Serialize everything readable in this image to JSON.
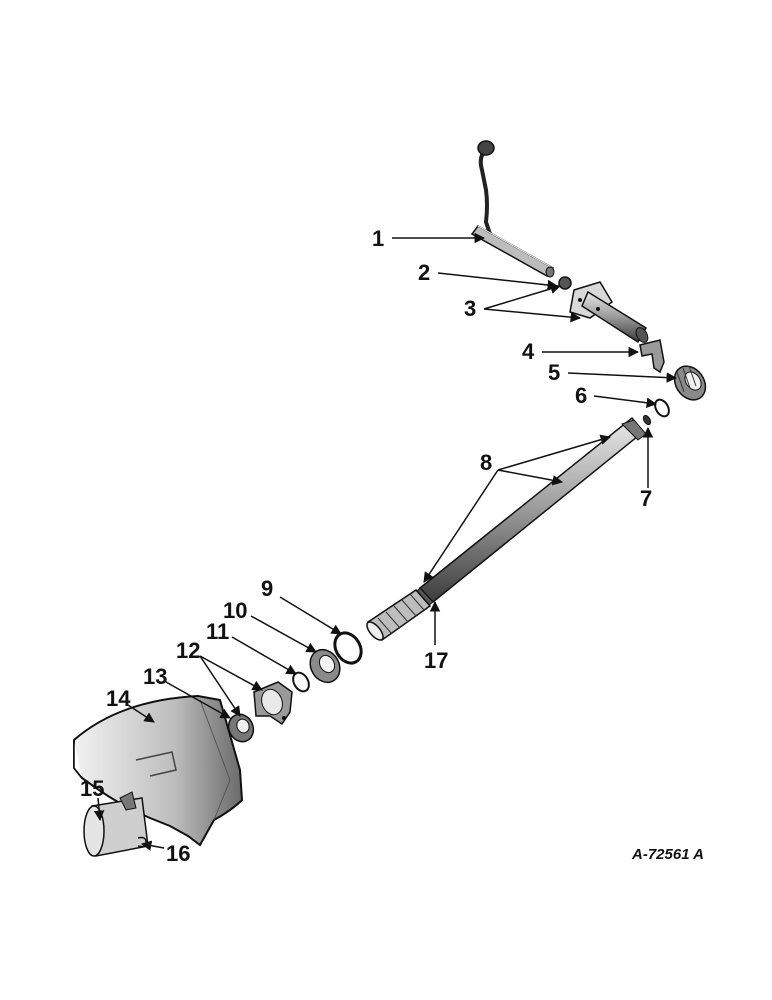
{
  "callouts": [
    {
      "id": "1",
      "label": "1",
      "part": "pto-lever"
    },
    {
      "id": "2",
      "label": "2",
      "part": "pto-lever-knob"
    },
    {
      "id": "3",
      "label": "3",
      "part": "shifter-shaft-assembly"
    },
    {
      "id": "4",
      "label": "4",
      "part": "shifter-fork"
    },
    {
      "id": "5",
      "label": "5",
      "part": "coupling-collar"
    },
    {
      "id": "6",
      "label": "6",
      "part": "snap-ring"
    },
    {
      "id": "7",
      "label": "7",
      "part": "pin"
    },
    {
      "id": "8",
      "label": "8",
      "part": "pto-shaft"
    },
    {
      "id": "9",
      "label": "9",
      "part": "retaining-ring"
    },
    {
      "id": "10",
      "label": "10",
      "part": "ball-bearing"
    },
    {
      "id": "11",
      "label": "11",
      "part": "snap-ring-small"
    },
    {
      "id": "12",
      "label": "12",
      "part": "bearing-retainer"
    },
    {
      "id": "13",
      "label": "13",
      "part": "seal"
    },
    {
      "id": "14",
      "label": "14",
      "part": "shield"
    },
    {
      "id": "15",
      "label": "15",
      "part": "shaft-guard"
    },
    {
      "id": "16",
      "label": "16",
      "part": "cotter-pin"
    },
    {
      "id": "17",
      "label": "17",
      "part": "spline-section"
    }
  ],
  "drawing_number": "A-72561 A",
  "colors": {
    "ink": "#111111",
    "shade": "#6a6a6a",
    "light": "#cfcfcf",
    "paper": "#ffffff"
  }
}
